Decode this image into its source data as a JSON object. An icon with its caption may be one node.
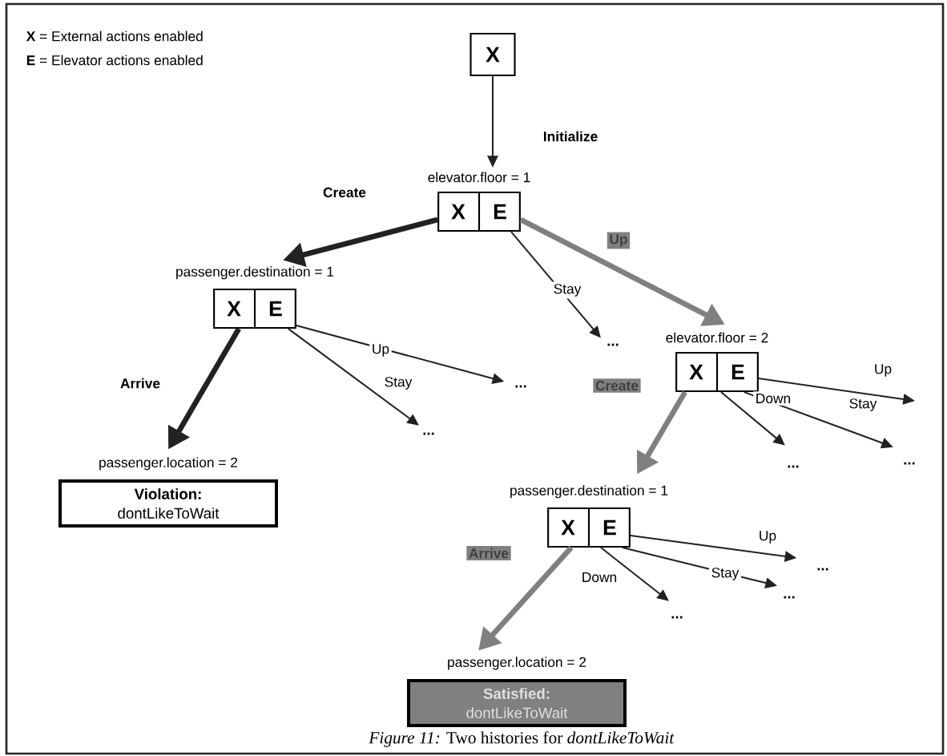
{
  "diagram": {
    "caption": "*Figure 11:* Two histories for *dontLikeToWait*",
    "nodes": [
      {
        "text": [
          "X"
        ]
      },
      {
        "text": [
          "elevator.floor = 1",
          "X",
          "E"
        ]
      },
      {
        "text": [
          "passenger.destination = 1",
          "X",
          "E"
        ]
      },
      {
        "text": [
          "..."
        ]
      },
      {
        "text": [
          "elevator.floor = 2",
          "X",
          "E"
        ]
      },
      {
        "text": [
          "passenger.location = 2",
          "Violation:",
          "dontLikeToWait"
        ]
      },
      {
        "text": [
          "..."
        ]
      },
      {
        "text": [
          "..."
        ]
      },
      {
        "text": [
          "passenger.destination = 1",
          "X",
          "E"
        ]
      },
      {
        "text": [
          "..."
        ]
      },
      {
        "text": [
          "..."
        ]
      },
      {
        "text": [
          "..."
        ]
      },
      {
        "text": [
          "..."
        ]
      },
      {
        "text": [
          "..."
        ]
      },
      {
        "text": [
          "passenger.location = 2",
          "Satisfied:",
          "dontLikeToWait"
        ]
      }
    ],
    "edges": [
      {
        "from": 0,
        "to": 1,
        "arrow": "to",
        "label": "Initialize"
      },
      {
        "from": 1,
        "to": 2,
        "arrow": "to",
        "label": "Create",
        "style": "thick"
      },
      {
        "from": 1,
        "to": 4,
        "arrow": "to",
        "label": "Up",
        "style": "thick",
        "color": "#808080"
      },
      {
        "from": 1,
        "to": 3,
        "arrow": "to",
        "label": "Stay"
      },
      {
        "from": 2,
        "to": 5,
        "arrow": "to",
        "label": "Arrive",
        "style": "thick"
      },
      {
        "from": 2,
        "to": 6,
        "arrow": "to",
        "label": "Up"
      },
      {
        "from": 2,
        "to": 7,
        "arrow": "to",
        "label": "Stay"
      },
      {
        "from": 4,
        "to": 8,
        "arrow": "to",
        "label": "Create",
        "style": "thick",
        "color": "#808080"
      },
      {
        "from": 4,
        "to": 9,
        "arrow": "to",
        "label": "Down"
      },
      {
        "from": 4,
        "to": 10,
        "arrow": "to",
        "label": "Stay"
      },
      {
        "from": 4,
        "to": null,
        "arrow": "to",
        "label": "Up"
      },
      {
        "from": 8,
        "to": 14,
        "arrow": "to",
        "label": "Arrive",
        "style": "thick",
        "color": "#808080"
      },
      {
        "from": 8,
        "to": 11,
        "arrow": "to",
        "label": "Down"
      },
      {
        "from": 8,
        "to": 12,
        "arrow": "to",
        "label": "Stay"
      },
      {
        "from": 8,
        "to": 13,
        "arrow": "to",
        "label": "Up"
      }
    ],
    "labels": [
      "**X** = External actions enabled",
      "**E** = Elevator actions enabled"
    ]
  }
}
